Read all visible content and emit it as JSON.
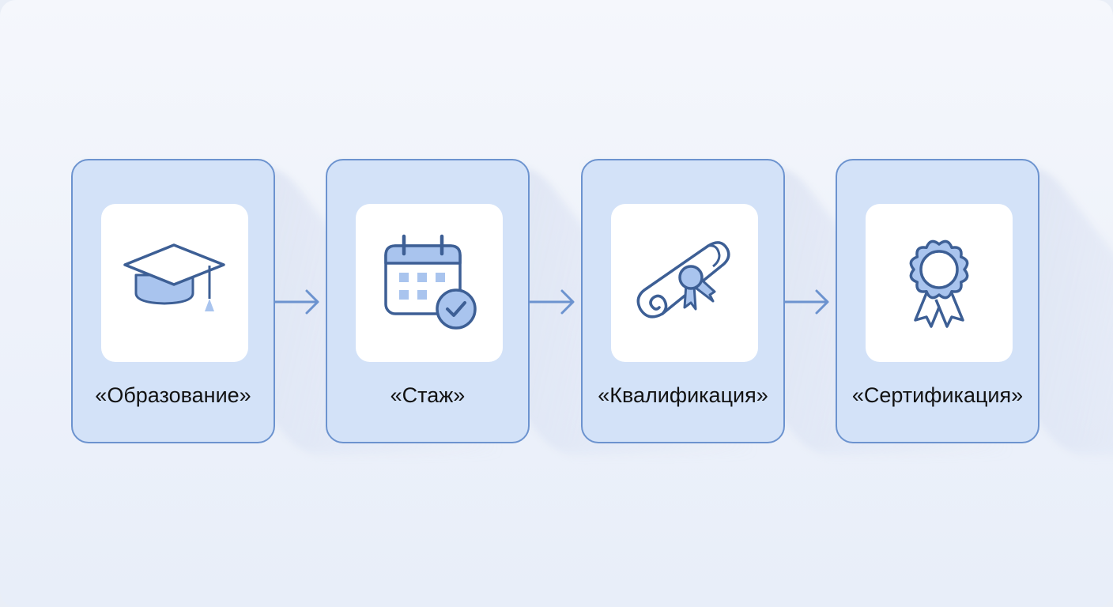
{
  "diagram": {
    "steps": [
      {
        "label": "«Образование»",
        "icon": "graduation-cap-icon"
      },
      {
        "label": "«Стаж»",
        "icon": "calendar-check-icon"
      },
      {
        "label": "«Квалификация»",
        "icon": "diploma-scroll-icon"
      },
      {
        "label": "«Сертификация»",
        "icon": "award-rosette-icon"
      }
    ],
    "colors": {
      "card_fill": "#d3e2f8",
      "card_border": "#6c93cf",
      "icon_stroke": "#3d5f95",
      "icon_fill": "#a9c4ee",
      "arrow": "#6c93cf"
    }
  }
}
